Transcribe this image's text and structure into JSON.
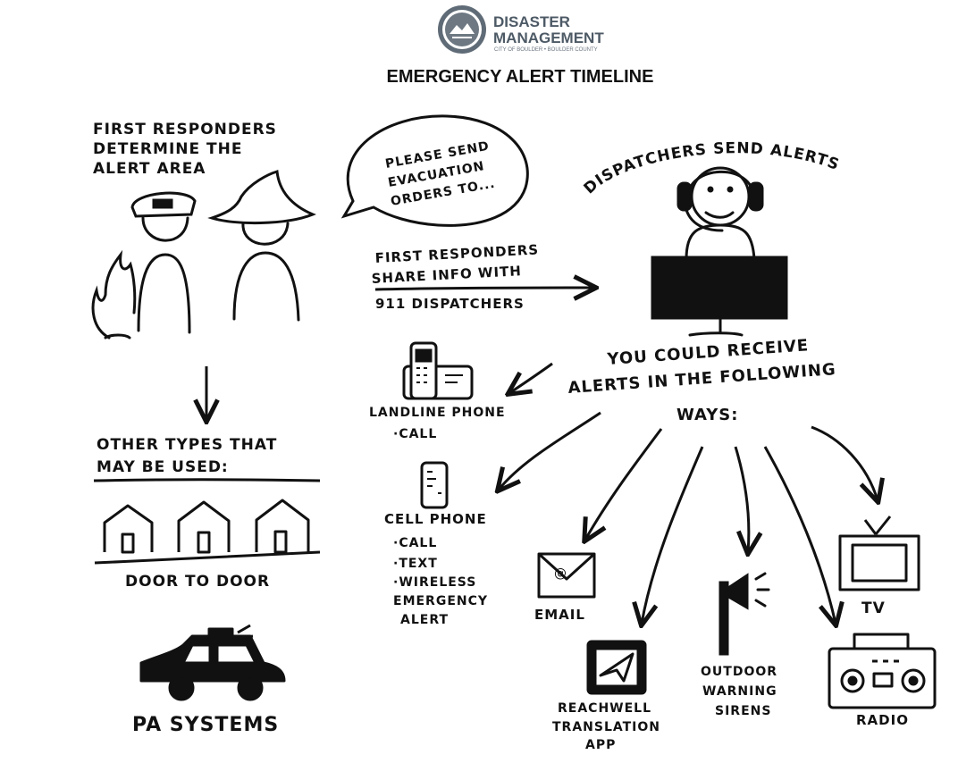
{
  "header": {
    "org_line1": "DISASTER",
    "org_line2": "MANAGEMENT",
    "org_sub": "CITY OF BOULDER • BOULDER COUNTY",
    "title": "EMERGENCY ALERT TIMELINE"
  },
  "first_responders": {
    "lines": [
      "FIRST RESPONDERS",
      "DETERMINE THE",
      "ALERT AREA"
    ]
  },
  "speech_bubble": {
    "lines": [
      "PLEASE SEND",
      "EVACUATION",
      "ORDERS TO..."
    ]
  },
  "share_info": {
    "lines": [
      "FIRST RESPONDERS",
      "SHARE INFO WITH",
      "911 DISPATCHERS"
    ]
  },
  "dispatchers": {
    "label": "DISPATCHERS SEND ALERTS"
  },
  "other_types": {
    "lines": [
      "OTHER TYPES THAT",
      "MAY BE USED:"
    ],
    "door_to_door": "DOOR TO DOOR",
    "pa_systems": "PA SYSTEMS"
  },
  "receive": {
    "lines": [
      "YOU COULD RECEIVE",
      "ALERTS IN THE FOLLOWING",
      "WAYS:"
    ]
  },
  "landline": {
    "label": "LANDLINE PHONE",
    "items": [
      "·CALL"
    ]
  },
  "cell": {
    "label": "CELL PHONE",
    "items": [
      "·CALL",
      "·TEXT",
      "·WIRELESS",
      "EMERGENCY",
      "ALERT"
    ]
  },
  "email": {
    "label": "EMAIL"
  },
  "reachwell": {
    "lines": [
      "REACHWELL",
      "TRANSLATION",
      "APP"
    ]
  },
  "sirens": {
    "lines": [
      "OUTDOOR",
      "WARNING",
      "SIRENS"
    ]
  },
  "tv": {
    "label": "TV"
  },
  "radio": {
    "label": "RADIO"
  }
}
